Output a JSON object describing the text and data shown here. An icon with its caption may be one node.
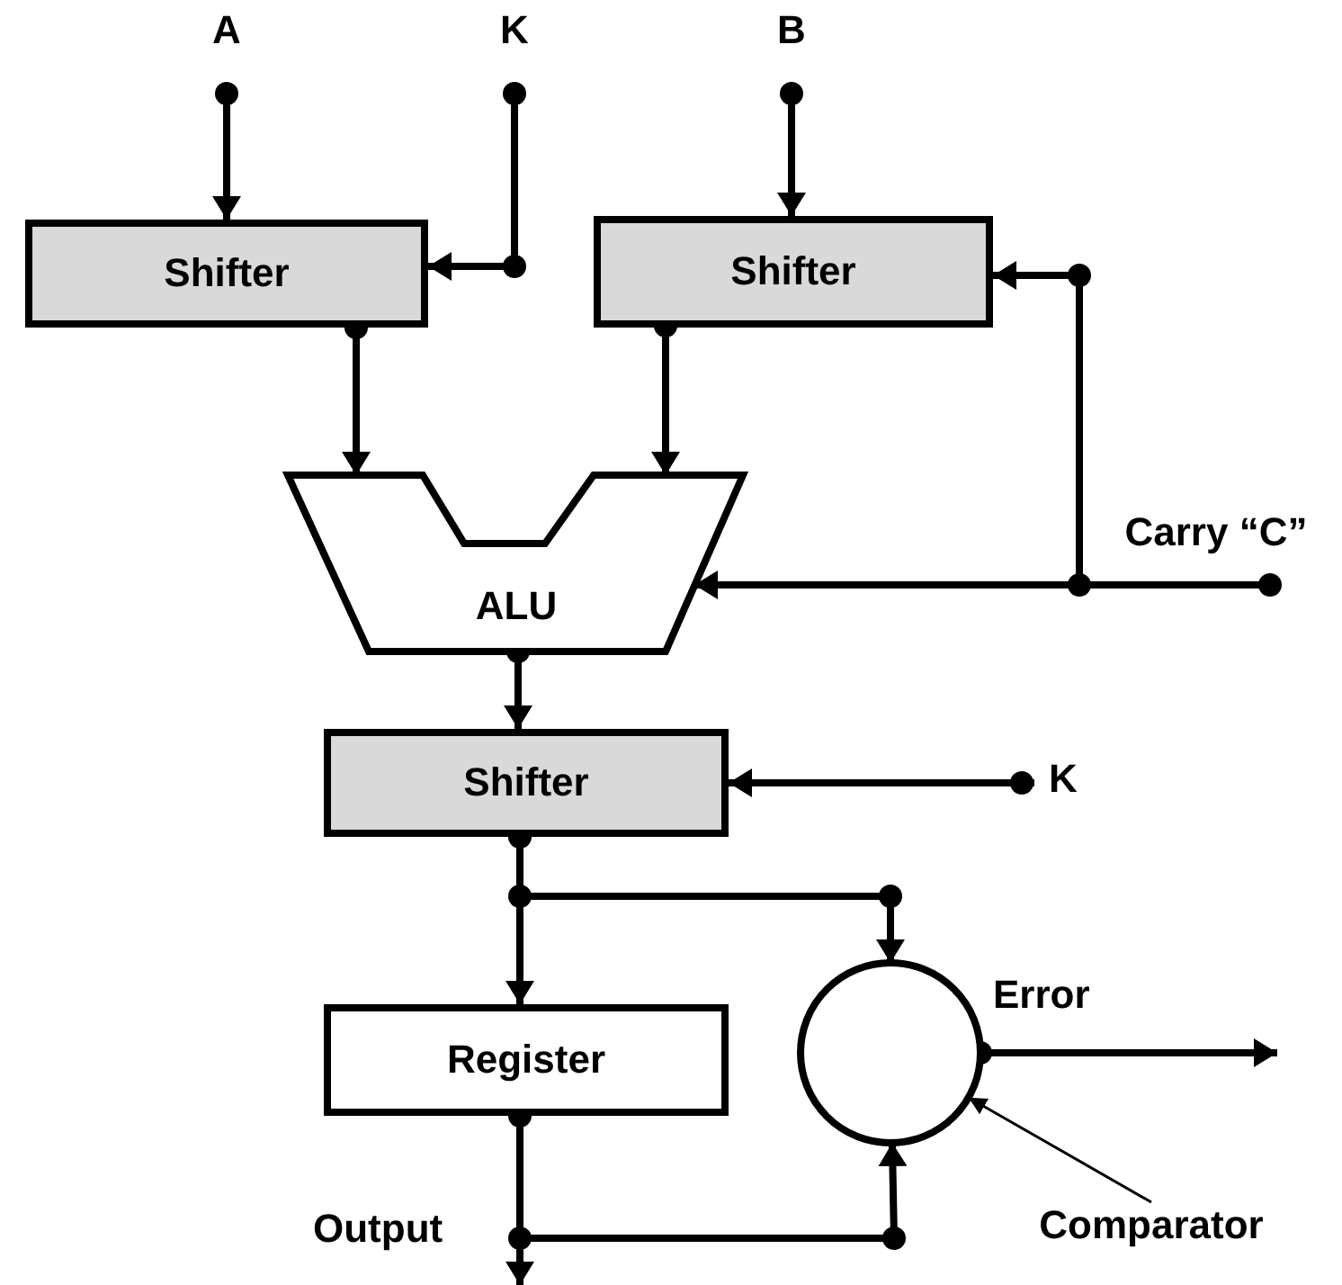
{
  "diagram": {
    "nodes": [
      {
        "text": [
          "A"
        ]
      },
      {
        "text": [
          "K"
        ]
      },
      {
        "text": [
          "B"
        ]
      },
      {
        "text": [
          "Shifter"
        ]
      },
      {
        "text": [
          "Shifter"
        ]
      },
      {
        "text": [
          "ALU"
        ]
      },
      {
        "text": [
          "Carry “C”"
        ]
      },
      {
        "text": [
          "Shifter"
        ]
      },
      {
        "text": [
          "K"
        ]
      },
      {
        "text": [
          "Register"
        ]
      },
      {
        "text": [],
        "shape": "circle"
      },
      {
        "text": [
          "Comparator"
        ]
      }
    ],
    "edges": [
      {
        "from": 0,
        "to": 3,
        "arrow": "to"
      },
      {
        "from": 1,
        "to": 3,
        "arrow": "to"
      },
      {
        "from": 2,
        "to": 4,
        "arrow": "to"
      },
      {
        "from": 3,
        "to": 5,
        "arrow": "to"
      },
      {
        "from": 4,
        "to": 5,
        "arrow": "to"
      },
      {
        "from": 6,
        "to": 5,
        "arrow": "to"
      },
      {
        "from": 6,
        "to": 4,
        "arrow": "to"
      },
      {
        "from": 5,
        "to": 7,
        "arrow": "to"
      },
      {
        "from": 8,
        "to": 7,
        "arrow": "to"
      },
      {
        "from": 7,
        "to": 9,
        "arrow": "to"
      },
      {
        "from": 7,
        "to": 10,
        "arrow": "to"
      },
      {
        "from": 9,
        "to": 10,
        "arrow": "to"
      },
      {
        "from": 9,
        "to": null,
        "arrow": "to",
        "label": "Output"
      },
      {
        "from": 10,
        "to": null,
        "arrow": "to",
        "label": "Error"
      },
      {
        "from": 11,
        "to": 10,
        "arrow": "to"
      }
    ]
  }
}
